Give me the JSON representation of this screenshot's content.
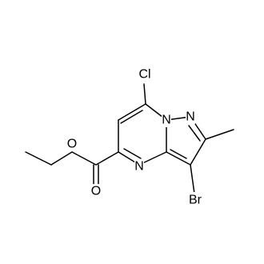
{
  "molecule": {
    "atoms": {
      "cl": "Cl",
      "n_bridge": "N",
      "n_pyrazole": "N",
      "n_pyrimidine": "N",
      "br": "Br",
      "o_ether": "O",
      "o_carbonyl": "O"
    },
    "colors": {
      "bond": "#000000",
      "text": "#000000",
      "background": "#ffffff"
    }
  }
}
